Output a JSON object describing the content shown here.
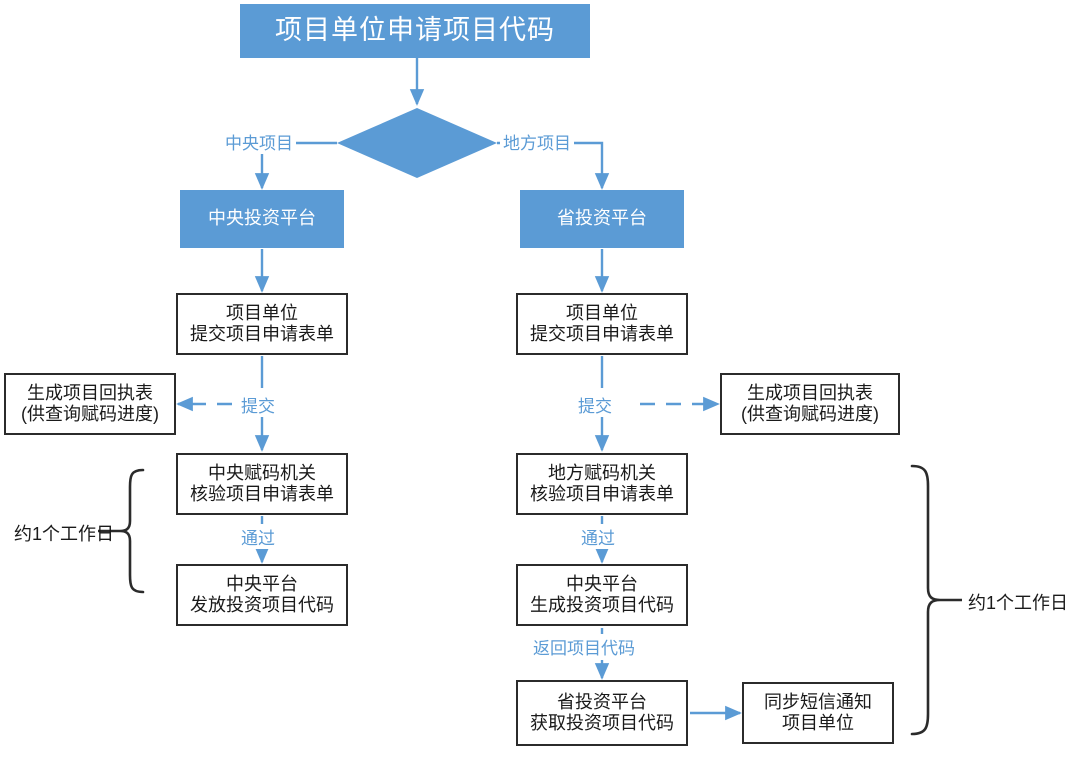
{
  "diagram": {
    "type": "flowchart",
    "title": "项目单位申请项目代码",
    "colors": {
      "accent_blue": "#5B9BD5",
      "box_border": "#2b2b2b",
      "text_dark": "#1a1a1a",
      "background": "#ffffff"
    },
    "decision": {
      "name": "branch-diamond",
      "label": "",
      "branches": [
        {
          "label": "中央项目",
          "direction": "left"
        },
        {
          "label": "地方项目",
          "direction": "right"
        }
      ]
    },
    "nodes": {
      "title": {
        "lines": [
          "项目单位申请项目代码"
        ],
        "style": "blue-filled"
      },
      "central_platform": {
        "lines": [
          "中央投资平台"
        ],
        "style": "blue-filled"
      },
      "province_platform": {
        "lines": [
          "省投资平台"
        ],
        "style": "blue-filled"
      },
      "central_submit": {
        "lines": [
          "项目单位",
          "提交项目申请表单"
        ],
        "style": "white-box"
      },
      "province_submit": {
        "lines": [
          "项目单位",
          "提交项目申请表单"
        ],
        "style": "white-box"
      },
      "central_receipt": {
        "lines": [
          "生成项目回执表",
          "(供查询赋码进度)"
        ],
        "style": "white-box"
      },
      "province_receipt": {
        "lines": [
          "生成项目回执表",
          "(供查询赋码进度)"
        ],
        "style": "white-box"
      },
      "central_verify": {
        "lines": [
          "中央赋码机关",
          "核验项目申请表单"
        ],
        "style": "white-box"
      },
      "local_verify": {
        "lines": [
          "地方赋码机关",
          "核验项目申请表单"
        ],
        "style": "white-box"
      },
      "central_issue": {
        "lines": [
          "中央平台",
          "发放投资项目代码"
        ],
        "style": "white-box"
      },
      "central_generate": {
        "lines": [
          "中央平台",
          "生成投资项目代码"
        ],
        "style": "white-box"
      },
      "province_receive": {
        "lines": [
          "省投资平台",
          "获取投资项目代码"
        ],
        "style": "white-box"
      },
      "sms_notify": {
        "lines": [
          "同步短信通知",
          "项目单位"
        ],
        "style": "white-box"
      }
    },
    "edge_labels": {
      "branch_left": "中央项目",
      "branch_right": "地方项目",
      "submit_left": "提交",
      "submit_right": "提交",
      "pass_left": "通过",
      "pass_right": "通过",
      "return_code": "返回项目代码"
    },
    "annotations": {
      "brace_left_label": "约1个工作日",
      "brace_right_label": "约1个工作日"
    }
  }
}
